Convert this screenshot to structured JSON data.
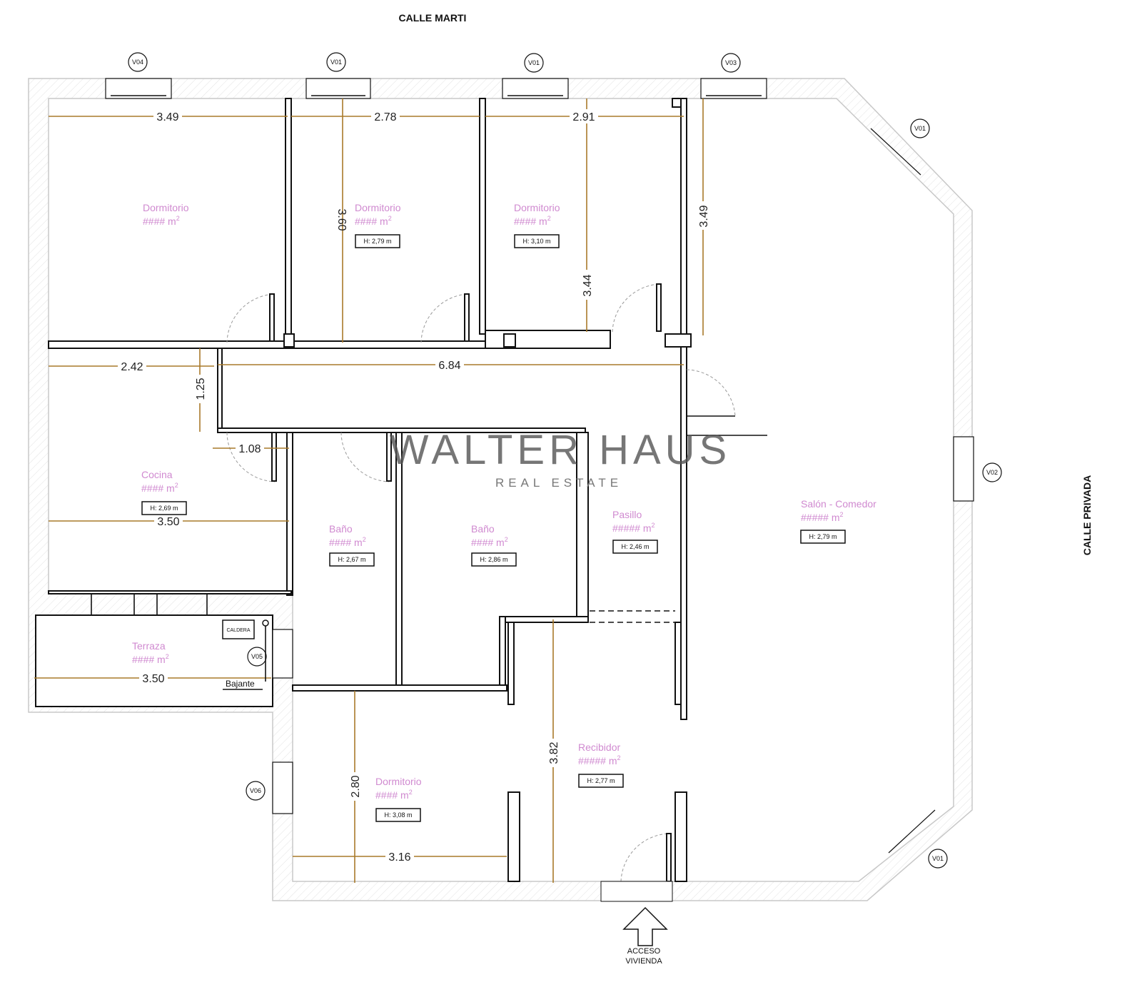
{
  "streets": {
    "top": "CALLE MARTI",
    "right": "CALLE PRIVADA"
  },
  "watermark": {
    "title": "WALTER HAUS",
    "subtitle": "REAL ESTATE"
  },
  "entrance": {
    "line1": "ACCESO",
    "line2": "VIVIENDA"
  },
  "rooms": [
    {
      "name": "Dormitorio",
      "area": "#### m",
      "height": "H: 2,79 m"
    },
    {
      "name": "Dormitorio",
      "area": "#### m",
      "height": "H: 3,10 m"
    },
    {
      "name": "Dormitorio",
      "area": "#### m"
    },
    {
      "name": "Cocina",
      "area": "#### m",
      "height": "H: 2,69 m"
    },
    {
      "name": "Baño",
      "area": "#### m",
      "height": "H: 2,67 m"
    },
    {
      "name": "Baño",
      "area": "#### m",
      "height": "H: 2,86 m"
    },
    {
      "name": "Pasillo",
      "area": "##### m",
      "height": "H: 2,46 m"
    },
    {
      "name": "Salón - Comedor",
      "area": "##### m",
      "height": "H: 2,79 m"
    },
    {
      "name": "Terraza",
      "area": "#### m"
    },
    {
      "name": "Recibidor",
      "area": "##### m",
      "height": "H: 2,77 m"
    },
    {
      "name": "Dormitorio",
      "area": "#### m",
      "height": "H: 3,08 m"
    }
  ],
  "area_unit_sup": "2",
  "dimensions": [
    "3.49",
    "2.78",
    "2.91",
    "3.60",
    "3.44",
    "3.49",
    "2.42",
    "6.84",
    "1.25",
    "1.08",
    "3.50",
    "3.50",
    "2.80",
    "3.82",
    "3.16"
  ],
  "windows": [
    "V04",
    "V01",
    "V01",
    "V03",
    "V01",
    "V02",
    "V05",
    "V06",
    "V01"
  ],
  "fixtures": {
    "boiler": "CALDERA",
    "downpipe": "Bajante"
  },
  "colors": {
    "room_label": "#d08ad0",
    "dimension": "#a87a2a"
  }
}
